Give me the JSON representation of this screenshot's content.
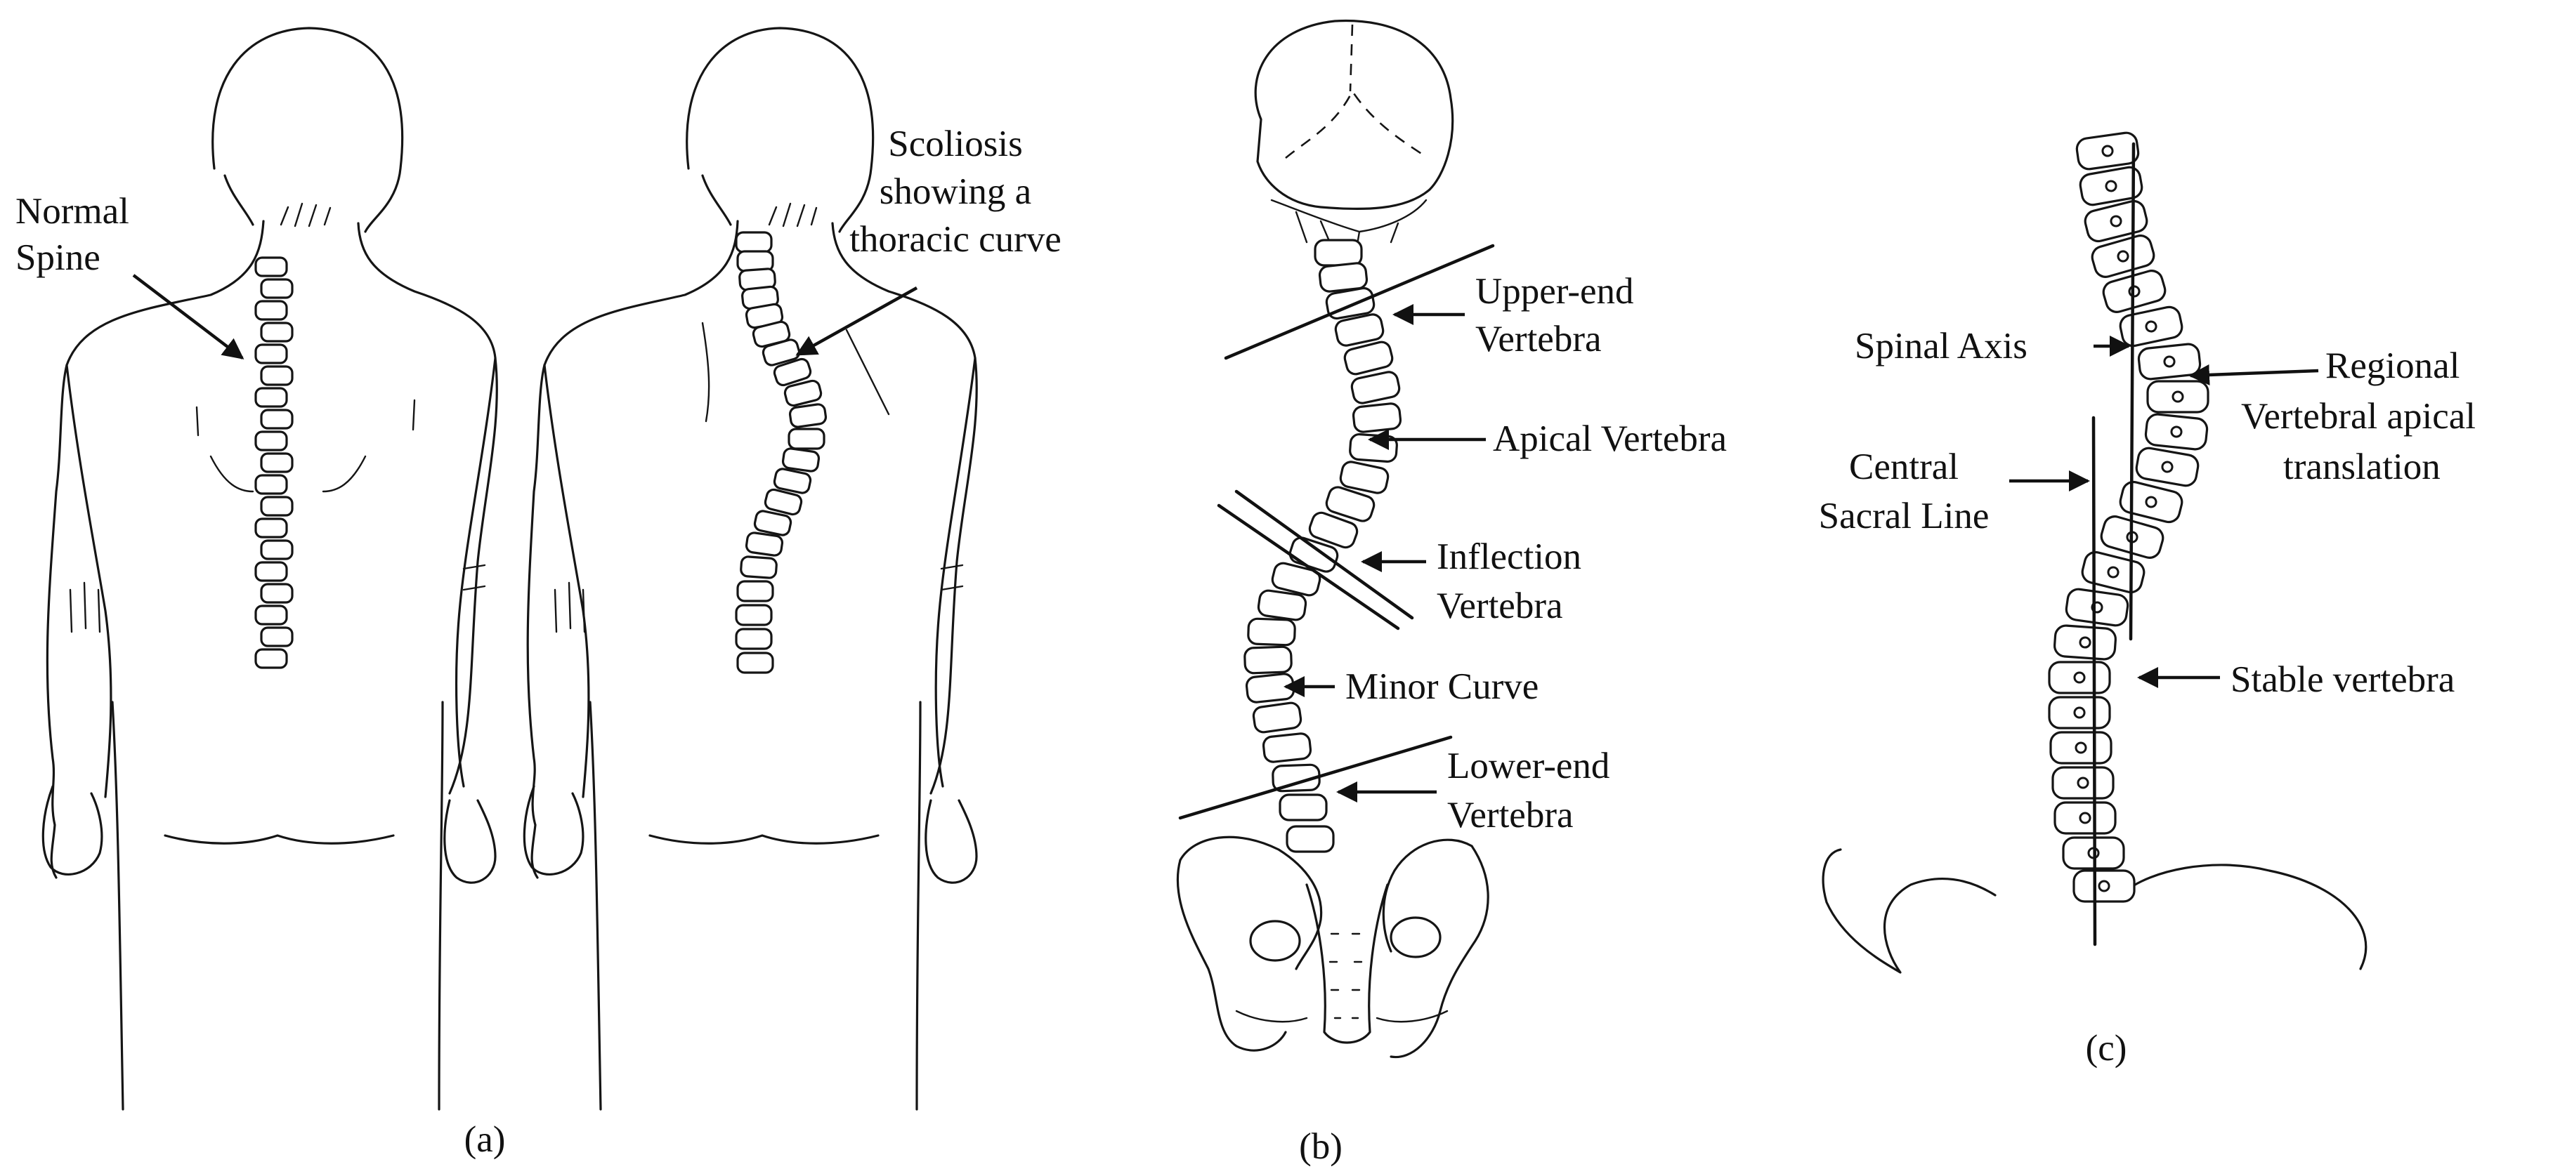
{
  "panel_a": {
    "caption": "(a)",
    "normal_label": [
      "Normal",
      "Spine"
    ],
    "scoliosis_label": [
      "Scoliosis",
      "showing a",
      "thoracic curve"
    ]
  },
  "panel_b": {
    "caption": "(b)",
    "upper_end": [
      "Upper-end",
      "Vertebra"
    ],
    "apical": "Apical Vertebra",
    "inflection": [
      "Inflection",
      "Vertebra"
    ],
    "minor_curve": "Minor Curve",
    "lower_end": [
      "Lower-end",
      "Vertebra"
    ]
  },
  "panel_c": {
    "caption": "(c)",
    "spinal_axis": "Spinal Axis",
    "regional_translation": [
      "Regional",
      "Vertebral apical",
      "translation"
    ],
    "central_sacral_line": [
      "Central",
      "Sacral Line"
    ],
    "stable_vertebra": "Stable vertebra"
  },
  "colors": {
    "ink": "#151515",
    "background": "#ffffff"
  }
}
